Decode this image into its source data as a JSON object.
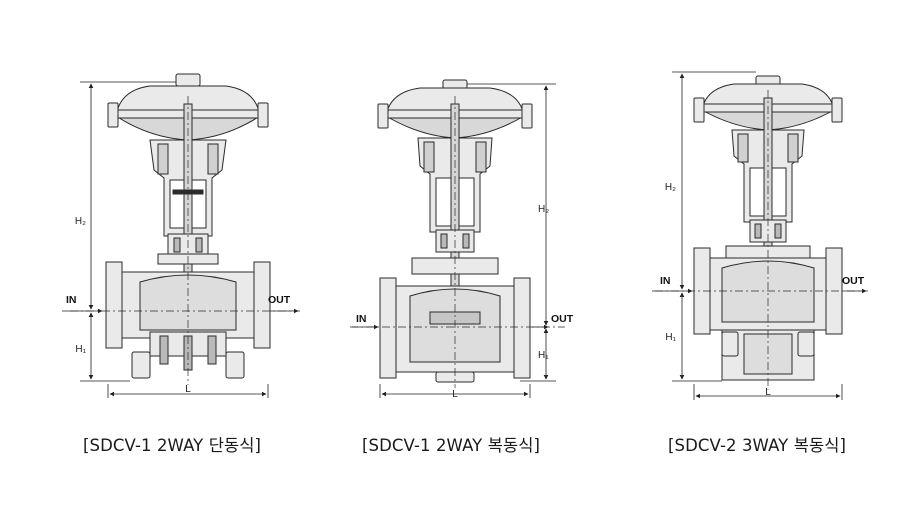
{
  "diagrams": [
    {
      "caption": "[SDCV-1 2WAY 단동식]",
      "labels": {
        "h2": "H₂",
        "h1": "H₁",
        "l": "L",
        "in": "IN",
        "out": "OUT"
      }
    },
    {
      "caption": "[SDCV-1 2WAY 복동식]",
      "labels": {
        "h2": "H₂",
        "h1": "H₁",
        "l": "L",
        "in": "IN",
        "out": "OUT"
      }
    },
    {
      "caption": "[SDCV-2 3WAY 복동식]",
      "labels": {
        "h2": "H₂",
        "h1": "H₁",
        "l": "L",
        "in": "IN",
        "out": "OUT"
      }
    }
  ],
  "colors": {
    "line": "#2a2a2a",
    "fill": "#eaeaea",
    "fill_dark": "#b9b9b9",
    "background": "#ffffff"
  }
}
